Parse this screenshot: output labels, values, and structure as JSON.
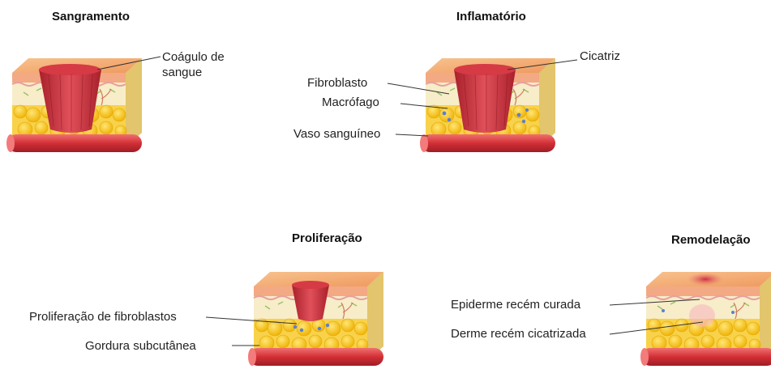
{
  "stages": [
    {
      "title": "Sangramento",
      "labels": [
        "Coágulo de sangue"
      ]
    },
    {
      "title": "Inflamatório",
      "labels": [
        "Cicatriz",
        "Fibroblasto",
        "Macrófago",
        "Vaso sanguíneo"
      ]
    },
    {
      "title": "Proliferação",
      "labels": [
        "Proliferação de fibroblastos",
        "Gordura subcutânea"
      ]
    },
    {
      "title": "Remodelação",
      "labels": [
        "Epiderme recém curada",
        "Derme recém cicatrizada"
      ]
    }
  ],
  "colors": {
    "epidermis": "#f4b07a",
    "dermis": "#f6ecc8",
    "fat": "#f7c51e",
    "vessel": "#d63c3c",
    "clot": "#c9303a"
  }
}
